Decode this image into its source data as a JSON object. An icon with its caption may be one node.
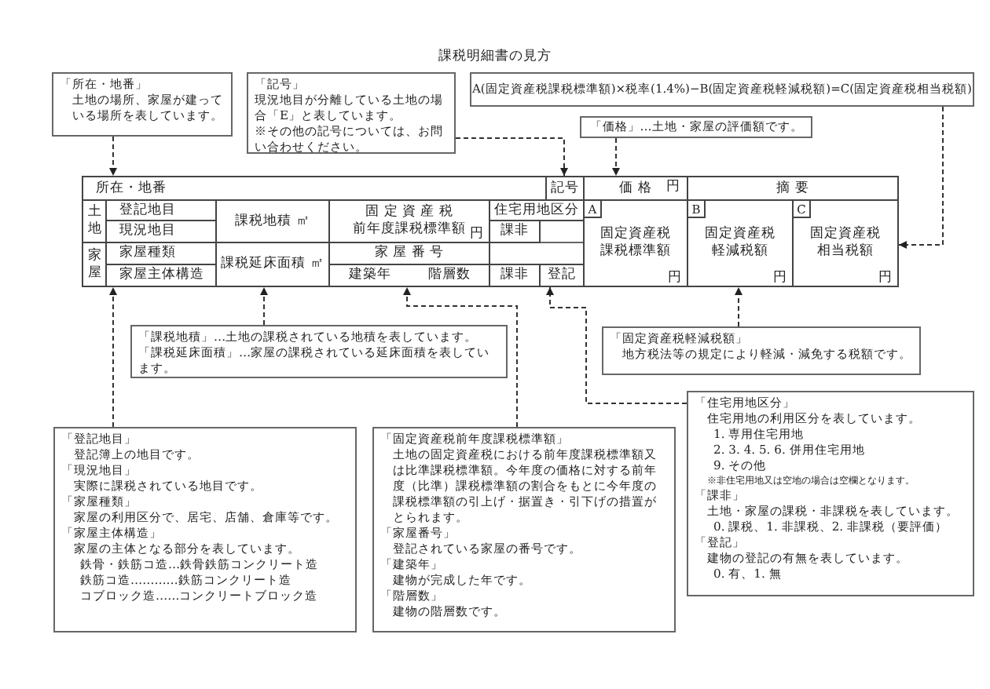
{
  "diagram": {
    "title": "課税明細書の見方",
    "nodes": [
      {
        "text": [
          "「所在・地番」",
          "土地の場所、家屋が建っている場所を表しています。"
        ]
      },
      {
        "text": [
          "「記号」",
          "現況地目が分離している土地の場合「E」と表しています。",
          "※その他の記号については、お問い合わせください。"
        ]
      },
      {
        "text": [
          "A(固定資産税課税標準額)×税率(1.4%)−B(固定資産税軽減税額)=C(固定資産税相当税額)"
        ]
      },
      {
        "text": [
          "「価格」…土地・家屋の評価額です。"
        ]
      },
      {
        "text": [
          "所在・地番"
        ]
      },
      {
        "text": [
          "記号"
        ]
      },
      {
        "text": [
          "価 格",
          "円"
        ]
      },
      {
        "text": [
          "摘 要"
        ]
      },
      {
        "text": [
          "土地"
        ]
      },
      {
        "text": [
          "登記地目"
        ]
      },
      {
        "text": [
          "課税地積 ㎡"
        ]
      },
      {
        "text": [
          "固 定 資 産 税",
          "前年度課税標準額",
          "円"
        ]
      },
      {
        "text": [
          "住宅用地区分"
        ]
      },
      {
        "text": [
          "固定資産税課税標準額",
          "円"
        ]
      },
      {
        "text": [
          "A"
        ],
        "in": 13
      },
      {
        "text": [
          "固定資産税軽減税額",
          "円"
        ]
      },
      {
        "text": [
          "B"
        ],
        "in": 15
      },
      {
        "text": [
          "固定資産税相当税額",
          "円"
        ]
      },
      {
        "text": [
          "C"
        ],
        "in": 17
      },
      {
        "text": [
          "現況地目"
        ]
      },
      {
        "text": [
          "課非"
        ]
      },
      {
        "text": [
          "家屋"
        ]
      },
      {
        "text": [
          "家屋種類"
        ]
      },
      {
        "text": [
          "課税延床面積 ㎡"
        ]
      },
      {
        "text": [
          "家 屋 番 号"
        ]
      },
      {
        "text": [
          "家屋主体構造"
        ]
      },
      {
        "text": [
          "建築年",
          "階層数"
        ]
      },
      {
        "text": [
          "課非"
        ]
      },
      {
        "text": [
          "登記"
        ]
      },
      {
        "text": [
          "「課税地積」…土地の課税されている地積を表しています。",
          "「課税延床面積」…家屋の課税されている延床面積を表しています。"
        ]
      },
      {
        "text": [
          "「固定資産税軽減税額」",
          "地方税法等の規定により軽減・減免する税額です。"
        ]
      },
      {
        "text": [
          "「住宅用地区分」",
          "住宅用地の利用区分を表しています。",
          "1. 専用住宅用地",
          "2. 3. 4. 5. 6. 併用住宅用地",
          "9. その他",
          "※非住宅用地又は空地の場合は空欄となります。",
          "「課非」",
          "土地・家屋の課税・非課税を表しています。",
          "0. 課税、1. 非課税、2. 非課税（要評価）",
          "「登記」",
          "建物の登記の有無を表しています。",
          "0. 有、1. 無"
        ]
      },
      {
        "text": [
          "「登記地目」",
          "登記簿上の地目です。",
          "「現況地目」",
          "実際に課税されている地目です。",
          "「家屋種類」",
          "家屋の利用区分で、居宅、店舗、倉庫等です。",
          "「家屋主体構造」",
          "家屋の主体となる部分を表しています。",
          "鉄骨・鉄筋コ造…鉄骨鉄筋コンクリート造",
          "鉄筋コ造…………鉄筋コンクリート造",
          "コブロック造……コンクリートブロック造"
        ]
      },
      {
        "text": [
          "「固定資産税前年度課税標準額」",
          "土地の固定資産税における前年度課税標準額又は比準課税標準額。今年度の価格に対する前年度（比準）課税標準額の割合をもとに今年度の課税標準額の引上げ・据置き・引下げの措置がとられます。",
          "「家屋番号」",
          "登記されている家屋の番号です。",
          "「建築年」",
          "建物が完成した年です。",
          "「階層数」",
          "建物の階層数です。"
        ]
      }
    ],
    "edges": [
      {
        "from": 0,
        "to": 4,
        "arrow": "to",
        "style": "dashed"
      },
      {
        "from": 1,
        "to": 5,
        "arrow": "to",
        "style": "dashed"
      },
      {
        "from": 2,
        "to": 17,
        "arrow": "to",
        "style": "dashed"
      },
      {
        "from": 3,
        "to": 6,
        "arrow": "to",
        "style": "dashed"
      },
      {
        "from": 29,
        "to": 23,
        "arrow": "to",
        "style": "dashed"
      },
      {
        "from": 30,
        "to": 15,
        "arrow": "to",
        "style": "dashed"
      },
      {
        "from": 31,
        "to": 28,
        "arrow": "to",
        "style": "dashed"
      },
      {
        "from": 32,
        "to": 25,
        "arrow": "to",
        "style": "dashed"
      },
      {
        "from": 33,
        "to": 26,
        "arrow": "to",
        "style": "dashed"
      }
    ]
  }
}
